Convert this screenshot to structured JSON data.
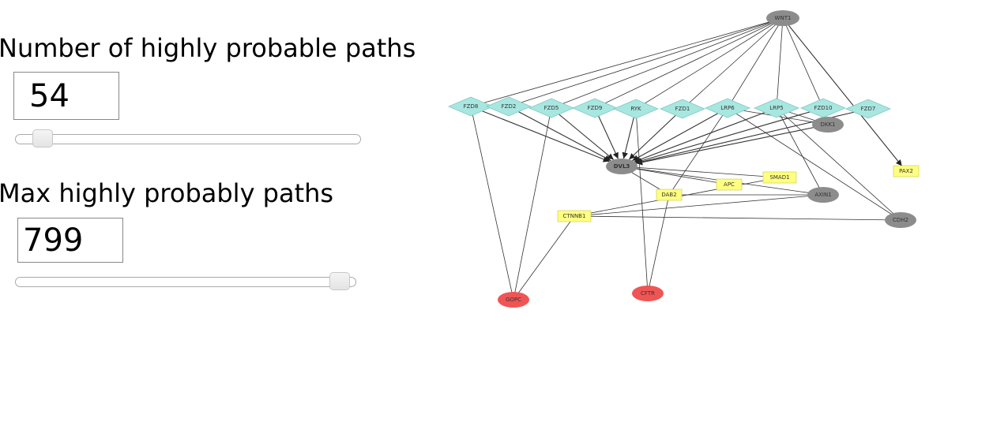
{
  "controls": {
    "num_paths_label": "Number of highly probable paths",
    "num_paths_value": "54",
    "num_paths_level": 0.054,
    "max_paths_label": "Max highly probably paths",
    "max_paths_value": "799",
    "max_paths_level": 0.97
  },
  "colors": {
    "receptor": "#a8e6e0",
    "gray_node": "#8c8c8c",
    "yellow_node": "#ffff80",
    "red_node": "#f05555",
    "edge": "#333333"
  },
  "network": {
    "nodes": [
      {
        "id": "WNT1",
        "label": "WNT1",
        "shape": "ellipse",
        "color": "gray"
      },
      {
        "id": "FZD8",
        "label": "FZD8",
        "shape": "diamond",
        "color": "teal"
      },
      {
        "id": "FZD2",
        "label": "FZD2",
        "shape": "diamond",
        "color": "teal"
      },
      {
        "id": "FZD5",
        "label": "FZD5",
        "shape": "diamond",
        "color": "teal"
      },
      {
        "id": "FZD9",
        "label": "FZD9",
        "shape": "diamond",
        "color": "teal"
      },
      {
        "id": "RYK",
        "label": "RYK",
        "shape": "diamond",
        "color": "teal"
      },
      {
        "id": "FZD1",
        "label": "FZD1",
        "shape": "diamond",
        "color": "teal"
      },
      {
        "id": "LRP6",
        "label": "LRP6",
        "shape": "diamond",
        "color": "teal"
      },
      {
        "id": "LRP5",
        "label": "LRP5",
        "shape": "diamond",
        "color": "teal"
      },
      {
        "id": "FZD10",
        "label": "FZD10",
        "shape": "diamond",
        "color": "teal"
      },
      {
        "id": "FZD7",
        "label": "FZD7",
        "shape": "diamond",
        "color": "teal"
      },
      {
        "id": "DKK1",
        "label": "DKK1",
        "shape": "ellipse",
        "color": "gray"
      },
      {
        "id": "DVL3",
        "label": "DVL3",
        "shape": "ellipse",
        "color": "gray",
        "bold": true
      },
      {
        "id": "SMAD1",
        "label": "SMAD1",
        "shape": "rect",
        "color": "yellow"
      },
      {
        "id": "PAX2",
        "label": "PAX2",
        "shape": "rect",
        "color": "yellow"
      },
      {
        "id": "APC",
        "label": "APC",
        "shape": "rect",
        "color": "yellow"
      },
      {
        "id": "DAB2",
        "label": "DAB2",
        "shape": "rect",
        "color": "yellow"
      },
      {
        "id": "AXIN1",
        "label": "AXIN1",
        "shape": "ellipse",
        "color": "gray"
      },
      {
        "id": "CTNNB1",
        "label": "CTNNB1",
        "shape": "rect",
        "color": "yellow"
      },
      {
        "id": "CDH2",
        "label": "CDH2",
        "shape": "ellipse",
        "color": "gray"
      },
      {
        "id": "GOPC",
        "label": "GOPC",
        "shape": "ellipse",
        "color": "red"
      },
      {
        "id": "CFTR",
        "label": "CFTR",
        "shape": "ellipse",
        "color": "red"
      }
    ],
    "edges": [
      {
        "source": "WNT1",
        "target": "FZD8"
      },
      {
        "source": "WNT1",
        "target": "FZD2"
      },
      {
        "source": "WNT1",
        "target": "FZD5"
      },
      {
        "source": "WNT1",
        "target": "FZD9"
      },
      {
        "source": "WNT1",
        "target": "RYK"
      },
      {
        "source": "WNT1",
        "target": "FZD1"
      },
      {
        "source": "WNT1",
        "target": "LRP6"
      },
      {
        "source": "WNT1",
        "target": "LRP5"
      },
      {
        "source": "WNT1",
        "target": "FZD10"
      },
      {
        "source": "WNT1",
        "target": "PAX2",
        "arrow": true
      },
      {
        "source": "FZD8",
        "target": "DVL3",
        "arrow": true
      },
      {
        "source": "FZD2",
        "target": "DVL3",
        "arrow": true
      },
      {
        "source": "FZD5",
        "target": "DVL3",
        "arrow": true
      },
      {
        "source": "FZD9",
        "target": "DVL3",
        "arrow": true
      },
      {
        "source": "RYK",
        "target": "DVL3",
        "arrow": true
      },
      {
        "source": "FZD1",
        "target": "DVL3",
        "arrow": true
      },
      {
        "source": "LRP6",
        "target": "DVL3",
        "arrow": true
      },
      {
        "source": "LRP5",
        "target": "DVL3",
        "arrow": true
      },
      {
        "source": "FZD10",
        "target": "DVL3",
        "arrow": true
      },
      {
        "source": "FZD7",
        "target": "DVL3",
        "arrow": true
      },
      {
        "source": "DKK1",
        "target": "DVL3",
        "arrow": true
      },
      {
        "source": "DVL3",
        "target": "SMAD1"
      },
      {
        "source": "DVL3",
        "target": "APC"
      },
      {
        "source": "DVL3",
        "target": "DAB2"
      },
      {
        "source": "DVL3",
        "target": "AXIN1"
      },
      {
        "source": "DAB2",
        "target": "AXIN1"
      },
      {
        "source": "CTNNB1",
        "target": "AXIN1"
      },
      {
        "source": "CTNNB1",
        "target": "CDH2"
      },
      {
        "source": "CTNNB1",
        "target": "GOPC"
      },
      {
        "source": "SMAD1",
        "target": "CTNNB1"
      },
      {
        "source": "FZD8",
        "target": "GOPC"
      },
      {
        "source": "FZD5",
        "target": "GOPC"
      },
      {
        "source": "RYK",
        "target": "CFTR"
      },
      {
        "source": "DAB2",
        "target": "CFTR"
      },
      {
        "source": "LRP6",
        "target": "DAB2"
      },
      {
        "source": "LRP6",
        "target": "CDH2"
      },
      {
        "source": "LRP5",
        "target": "AXIN1"
      },
      {
        "source": "LRP5",
        "target": "CDH2"
      },
      {
        "source": "LRP5",
        "target": "DKK1"
      },
      {
        "source": "LRP6",
        "target": "DKK1"
      }
    ]
  }
}
